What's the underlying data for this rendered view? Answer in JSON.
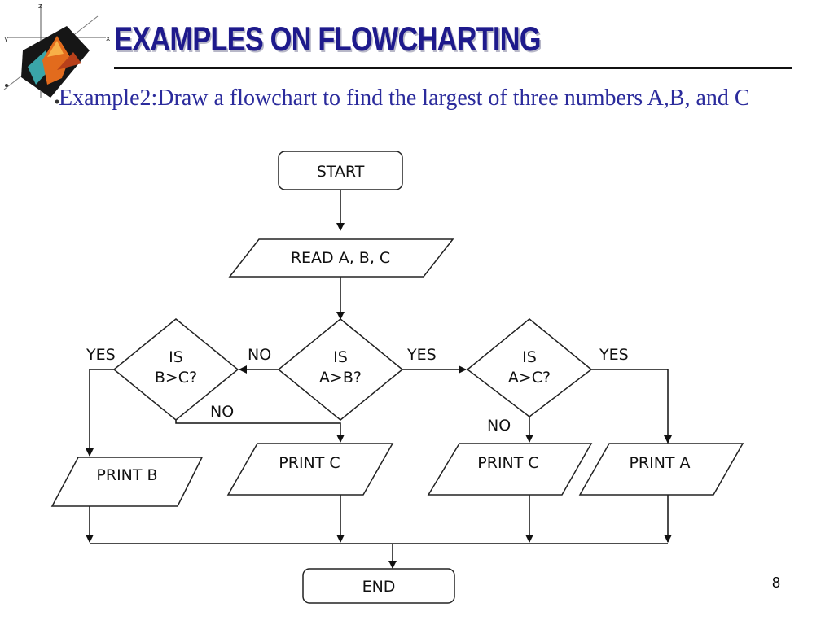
{
  "slide": {
    "title": "EXAMPLES ON FLOWCHARTING",
    "subtitle": "Example2:Draw a flowchart to find the largest of three numbers A,B, and C",
    "page_number": "8"
  },
  "flowchart": {
    "start": "START",
    "read": "READ A, B, C",
    "decision_ab": [
      "IS",
      "A>B?"
    ],
    "decision_bc": [
      "IS",
      "B>C?"
    ],
    "decision_ac": [
      "IS",
      "A>C?"
    ],
    "print_b": "PRINT B",
    "print_c_left": "PRINT C",
    "print_c_right": "PRINT C",
    "print_a": "PRINT A",
    "end": "END",
    "labels": {
      "yes_bc": "YES",
      "no_ab": "NO",
      "yes_ab": "YES",
      "yes_ac": "YES",
      "no_bc": "NO",
      "no_ac": "NO"
    }
  },
  "logo_icon": "matlab-membrane-logo-icon"
}
